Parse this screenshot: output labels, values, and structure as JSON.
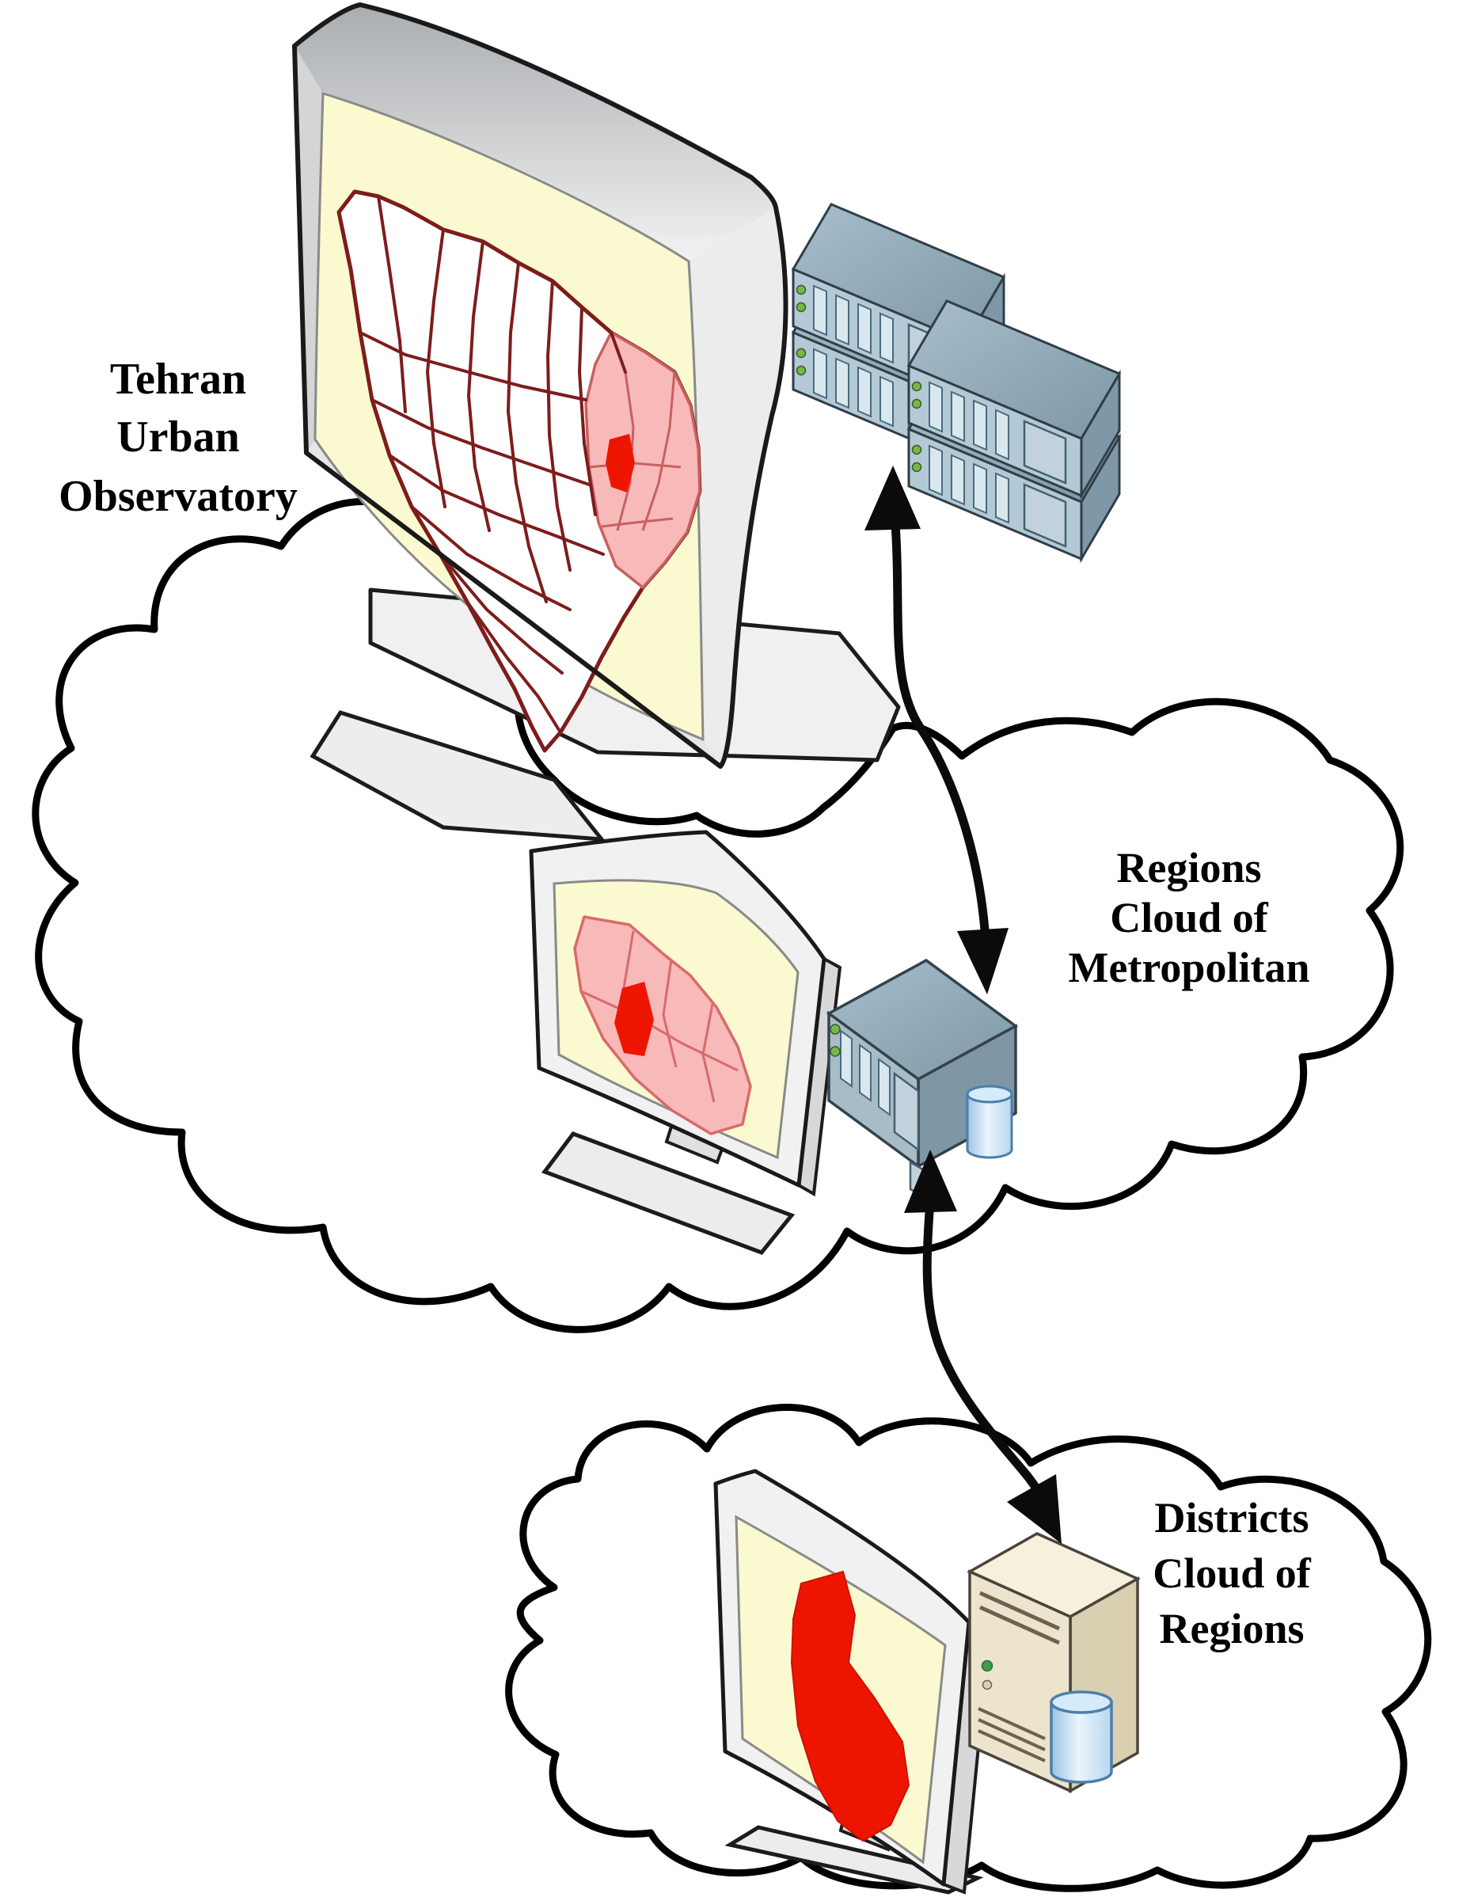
{
  "figure": {
    "title_hint": "Cloud GIS architecture diagram of Tehran Urban Observatory",
    "labels": {
      "observatory": {
        "line1": "Tehran",
        "line2": "Urban",
        "line3": "Observatory"
      },
      "regions_cloud": {
        "line1": "Regions",
        "line2": "Cloud of",
        "line3": "Metropolitan"
      },
      "districts_cloud": {
        "line1": "Districts",
        "line2": "Cloud of",
        "line3": "Regions"
      }
    },
    "icons": {
      "monitor": "monitor-icon",
      "server_rack": "server-rack-icon",
      "server": "server-icon",
      "tower_server": "tower-server-icon",
      "database": "database-cylinder-icon",
      "cloud": "cloud-icon",
      "arrow": "double-headed-arrow-icon"
    },
    "colors": {
      "screen_yellow": "#fbf9cf",
      "map_border_maroon": "#7e1c1c",
      "district_white": "#ffffff",
      "district_pink": "#f8b9b9",
      "district_pink_border": "#d96a6a",
      "district_red": "#ee1500",
      "server_steel_front": "#b3c9d5",
      "server_steel_top": "#92abb9",
      "server_steel_side": "#7f98a7",
      "vent_slot": "#d9e7ee",
      "tower_beige_front": "#ece4cc",
      "tower_beige_top": "#f6f0dc",
      "tower_beige_side": "#d9cfb1",
      "database_blue": "#bcd8f0",
      "led_green": "#76b845",
      "cloud_fill": "#ffffff",
      "outline_black": "#000000"
    }
  }
}
